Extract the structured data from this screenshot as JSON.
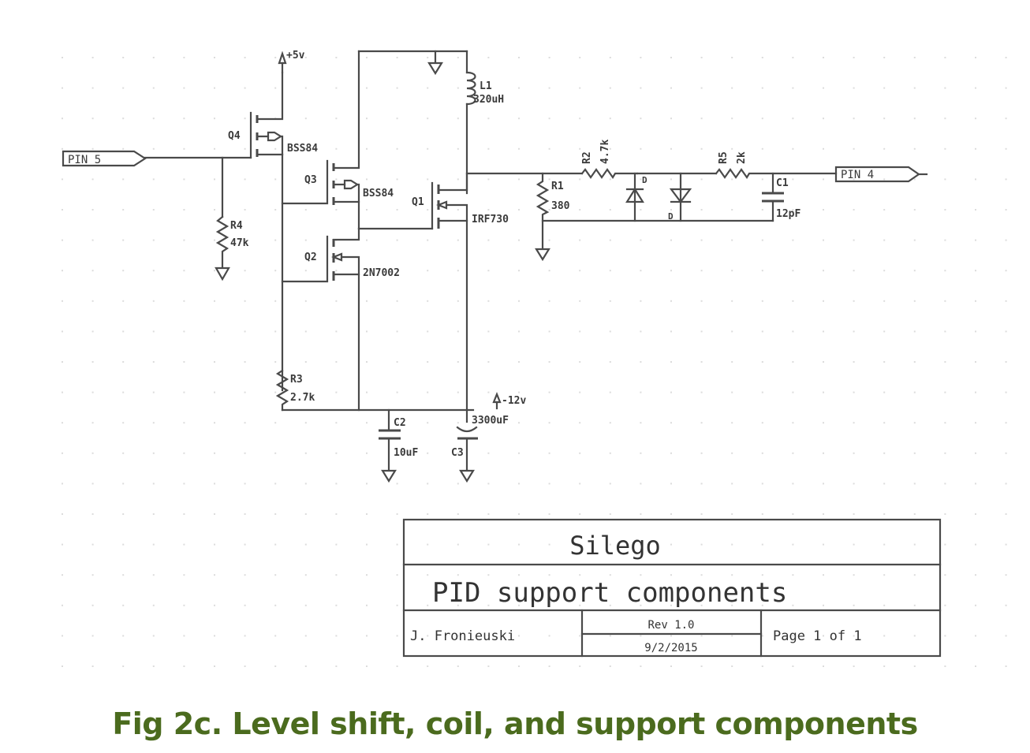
{
  "schematic": {
    "ports": {
      "pin5": "PIN 5",
      "pin4": "PIN 4"
    },
    "supplies": {
      "plus5": "+5v",
      "minus12": "-12v"
    },
    "components": {
      "q4": {
        "ref": "Q4",
        "part": "BSS84"
      },
      "q3": {
        "ref": "Q3",
        "part": "BSS84"
      },
      "q2": {
        "ref": "Q2",
        "part": "2N7002"
      },
      "q1": {
        "ref": "Q1",
        "part": "IRF730"
      },
      "r1": {
        "ref": "R1",
        "value": "380"
      },
      "r2": {
        "ref": "R2",
        "value": "4.7k"
      },
      "r3": {
        "ref": "R3",
        "value": "2.7k"
      },
      "r4": {
        "ref": "R4",
        "value": "47k"
      },
      "r5": {
        "ref": "R5",
        "value": "2k"
      },
      "l1": {
        "ref": "L1",
        "value": "320uH"
      },
      "c1": {
        "ref": "C1",
        "value": "12pF"
      },
      "c2": {
        "ref": "C2",
        "value": "10uF"
      },
      "c3": {
        "ref": "C3",
        "value": "3300uF"
      },
      "d_top": {
        "ref": "D"
      },
      "d_bottom": {
        "ref": "D"
      }
    }
  },
  "title_block": {
    "company": "Silego",
    "title": "PID support components",
    "author": "J. Fronieuski",
    "revision": "Rev 1.0",
    "date": "9/2/2015",
    "page": "Page 1 of 1"
  },
  "caption": "Fig 2c. Level shift, coil, and support components",
  "colors": {
    "caption": "#4b6b1e",
    "wire": "#4a4a4a",
    "grid_dot": "#dcdcdc"
  }
}
